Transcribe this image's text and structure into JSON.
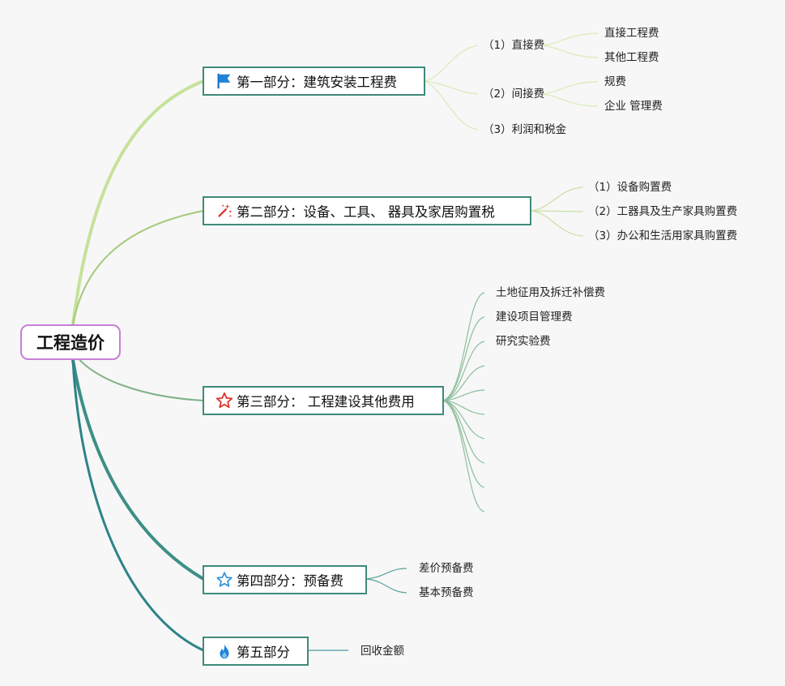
{
  "root": {
    "label": "工程造价"
  },
  "branches": [
    {
      "label": "第一部分：建筑安装工程费",
      "icon": "flag-icon",
      "children": [
        {
          "label": "（1）直接费",
          "children": [
            "直接工程费",
            "其他工程费"
          ]
        },
        {
          "label": "（2）间接费",
          "children": [
            "规费",
            "企业 管理费"
          ]
        },
        {
          "label": "（3）利润和税金"
        }
      ]
    },
    {
      "label": "第二部分：设备、工具、 器具及家居购置税",
      "icon": "magic-wand-icon",
      "children": [
        "（1）设备购置费",
        "（2）工器具及生产家具购置费",
        "（3）办公和生活用家具购置费"
      ]
    },
    {
      "label": "第三部分： 工程建设其他费用",
      "icon": "star-red-icon",
      "children": [
        "土地征用及拆迁补偿费",
        "建设项目管理费",
        "研究实验费",
        "",
        "",
        "",
        "",
        "",
        "",
        ""
      ]
    },
    {
      "label": "第四部分：预备费",
      "icon": "star-blue-icon",
      "children": [
        "差价预备费",
        "基本预备费"
      ]
    },
    {
      "label": "第五部分",
      "icon": "flame-icon",
      "children": [
        "回收金额"
      ]
    }
  ],
  "colors": {
    "root_border": "#c77fd6",
    "branch_border": "#3f8a7a",
    "line_b1": "#c6e29a",
    "line_b2": "#a5c97a",
    "line_b3": "#7fb28a",
    "line_b4": "#3d8f86",
    "line_b5": "#2e8388"
  }
}
